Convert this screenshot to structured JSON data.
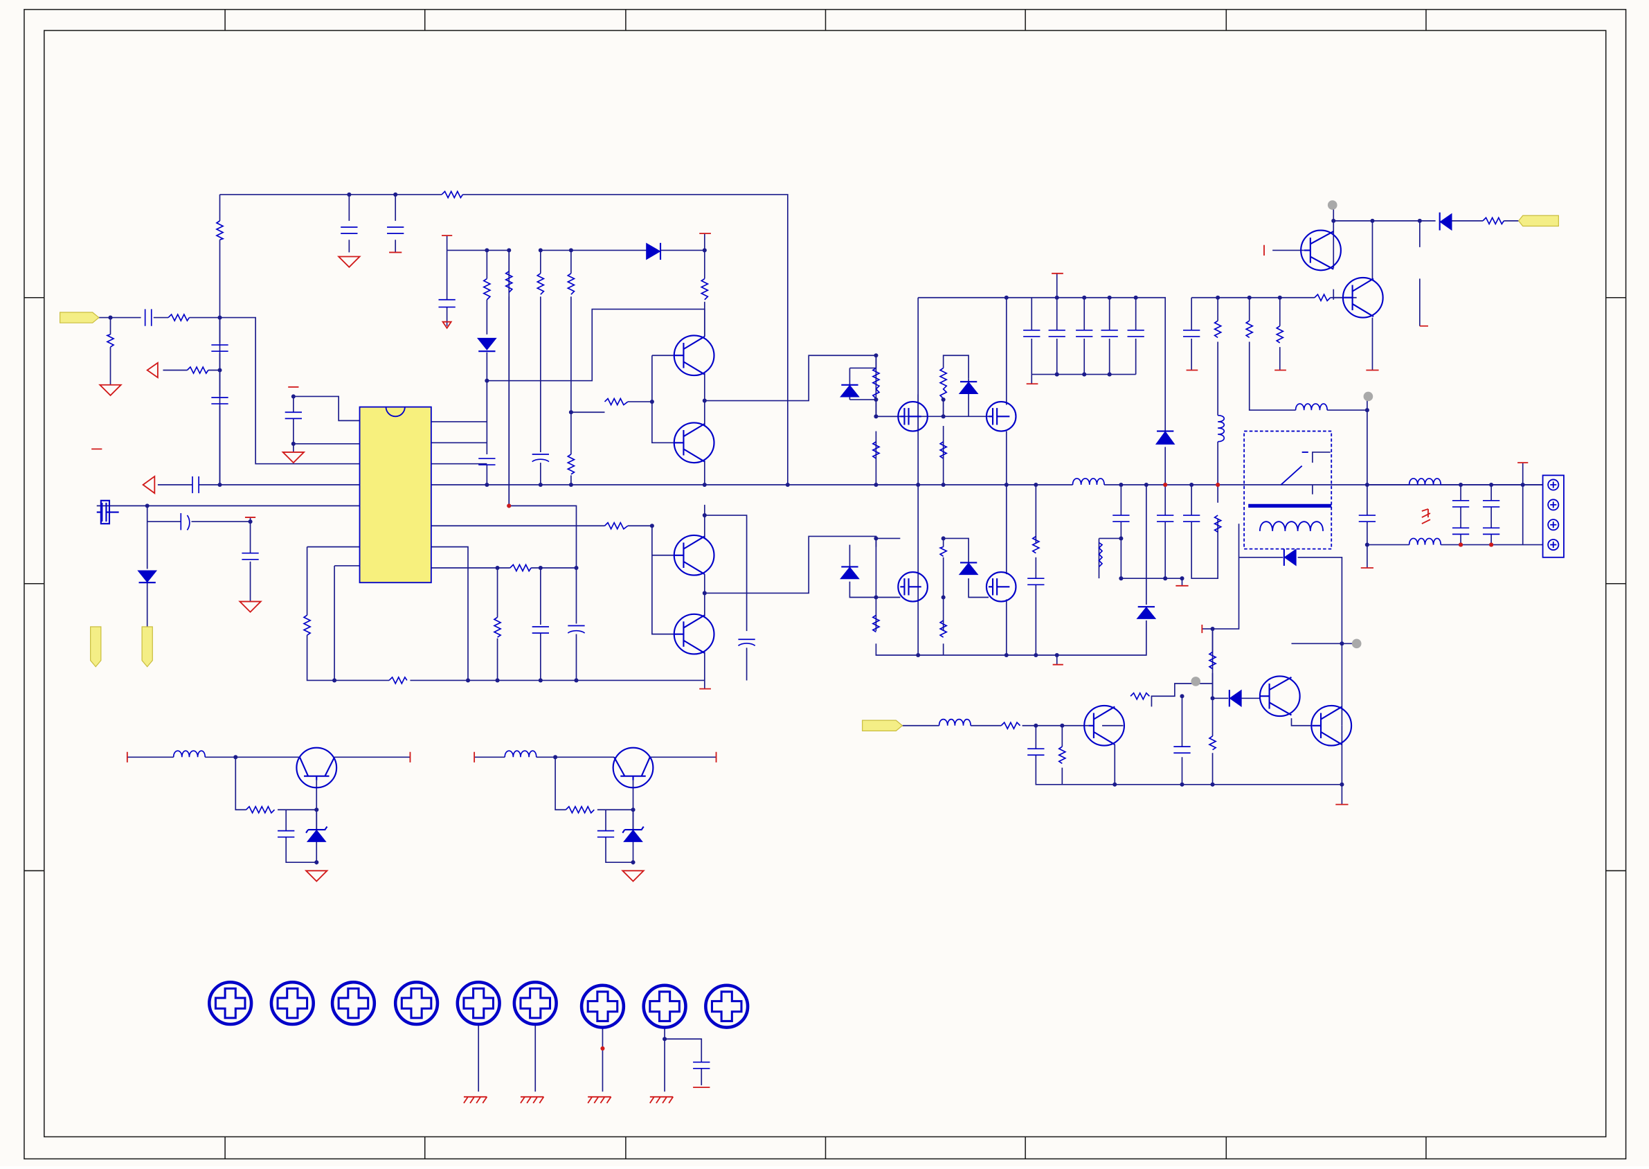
{
  "diagram": {
    "kind": "electronic schematic sheet",
    "colors": {
      "paper": "#fdfbf8",
      "frame": "#1a1a1a",
      "wire": "#1c1c8c",
      "component": "#0000c8",
      "power_port": "#d11a1a",
      "net_port": "#f4ee86",
      "ic_fill": "#f7f07d",
      "junction": "#1c1c8c",
      "test_point": "#a9a9a9"
    },
    "components": {
      "ic": "controller-ic",
      "transformer": "relay-transformer",
      "connector": "output-terminal-block"
    },
    "mounting_holes": 9,
    "text_labels": []
  }
}
